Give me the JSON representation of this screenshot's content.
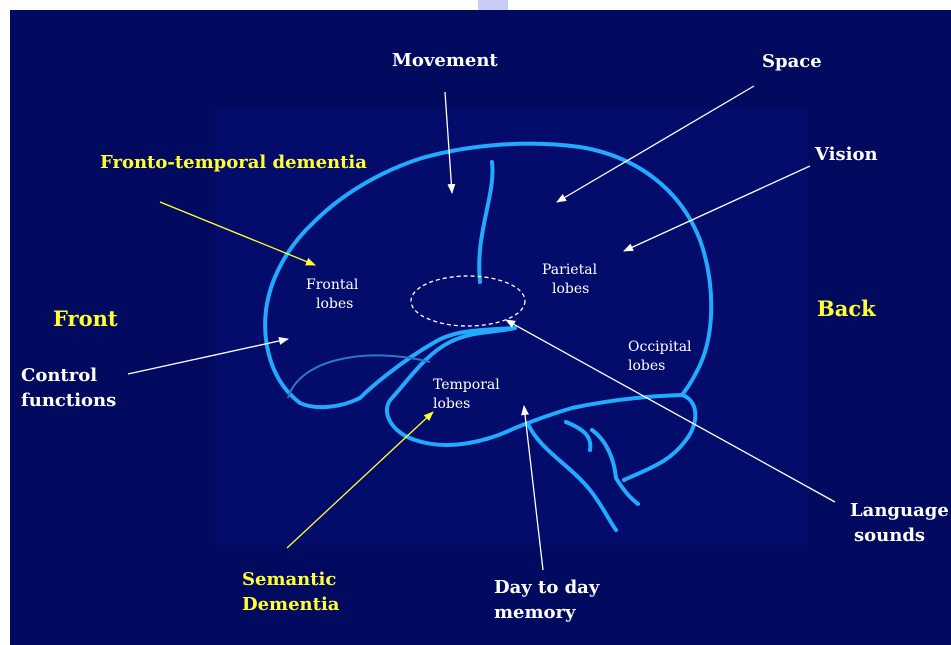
{
  "labels": {
    "movement": "Movement",
    "space": "Space",
    "vision": "Vision",
    "fronto_temporal": "Fronto-temporal dementia",
    "front": "Front",
    "back": "Back",
    "control_line1": "Control",
    "control_line2": "functions",
    "language_line1": "Language",
    "language_line2": "sounds",
    "semantic_line1": "Semantic",
    "semantic_line2": "Dementia",
    "daytoday_line1": "Day to day",
    "daytoday_line2": "memory"
  },
  "lobes": {
    "frontal_line1": "Frontal",
    "frontal_line2": "lobes",
    "parietal_line1": "Parietal",
    "parietal_line2": "lobes",
    "occipital_line1": "Occipital",
    "occipital_line2": "lobes",
    "temporal_line1": "Temporal",
    "temporal_line2": "lobes"
  },
  "colors": {
    "background": "#020a5f",
    "panel": "#030b6b",
    "outline": "#22aaff",
    "label_white": "#ffffff",
    "label_yellow": "#ffff33"
  }
}
